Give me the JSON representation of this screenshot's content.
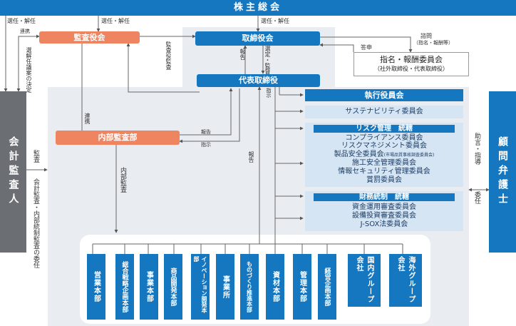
{
  "shareholders": "株主総会",
  "audit_board": "監査役会",
  "board": "取締役会",
  "ceo": "代表取締役",
  "executive_officers": "執行役員会",
  "nomination_committee": {
    "title": "指名・報酬委員会",
    "note": "（社外取締役・代表取締役）"
  },
  "internal_audit": "内部監査部",
  "auditor": "会計監査人",
  "advisors": "顧問弁護士",
  "sustainability": "サステナビリティ委員会",
  "risk_group": {
    "header": "リスク管理　統轄",
    "items": [
      "コンプライアンス委員会",
      "リスクマネジメント委員会",
      "施工安全管理委員会",
      "情報セキュリティ管理委員会",
      "賞罰委員会"
    ],
    "product_safety": "製品安全委員会",
    "product_safety_note": "(市場品質事故調査委員会)"
  },
  "finance_group": {
    "header": "財務統制　統轄",
    "items": [
      "資金運用審査委員会",
      "設備投資審査委員会",
      "J-SOX法委員会"
    ]
  },
  "departments": [
    "営業本部",
    "総合戦略企画本部",
    "事業本部",
    "商品開発本部",
    "イノベーション開発本部",
    "事業所",
    "ものづくり推進本部",
    "資材本部",
    "管理本部",
    "経営企画本部",
    "国内グループ会社",
    "海外グループ会社"
  ],
  "labels": {
    "elect_dismiss": "選任・解任",
    "elect_dismiss_2": "選任・解任",
    "elect_dismiss_3": "選任・解任",
    "liaison": "連携",
    "liaison_2": "連携",
    "proposal_decision": "選解任議案の決定",
    "audit_ab": "監査役監査",
    "report": "報告",
    "report_2": "報告",
    "report_3": "報告",
    "elect_supervise": "選定・監督",
    "consult": "諮問",
    "consult_note": "（指名・報酬等）",
    "answer": "答申",
    "instruct": "指示",
    "instruct_2": "指示",
    "audit": "監査",
    "audit_commission": "会計監査・内部統制監査の委任",
    "internal_audit_label": "内部監査",
    "advice": "助言・指導",
    "commission": "委任"
  },
  "colors": {
    "blue": "#1577c0",
    "orange": "#ef8460",
    "gray": "#6b6e72",
    "light": "#d5e5f4",
    "bg": "#e9edf2"
  }
}
